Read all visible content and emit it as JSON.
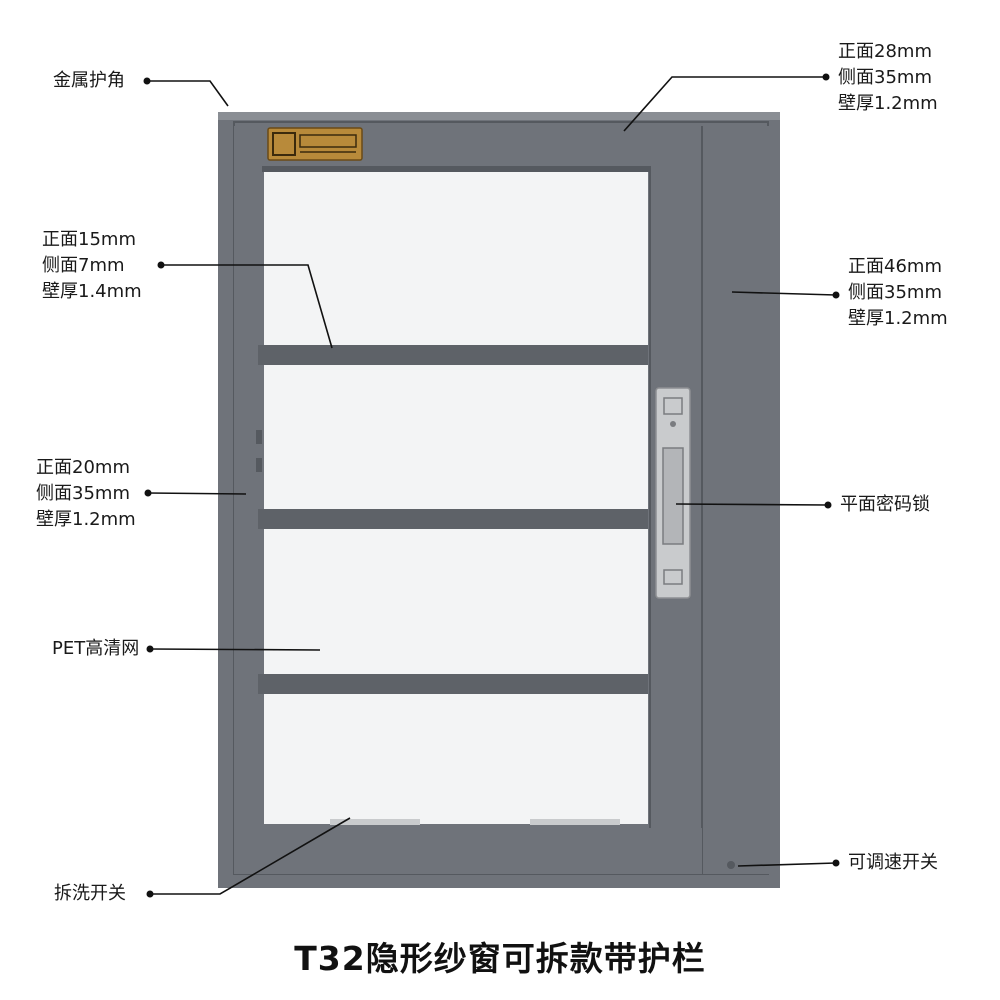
{
  "title": "T32隐形纱窗可拆款带护栏",
  "colors": {
    "frame": "#6f737a",
    "frame_dark": "#55595f",
    "frame_light": "#8a8e94",
    "mesh": "#f3f4f5",
    "bar": "#5e6268",
    "lock": "#c9cbcd",
    "plate": "#b88a3a",
    "annotation": "#111111"
  },
  "icons": {
    "brand_plate": "brand-plate-icon",
    "lock": "password-lock-icon"
  },
  "annotations": {
    "corner": {
      "lines": [
        "金属护角"
      ]
    },
    "top_frame": {
      "lines": [
        "正面28mm",
        "侧面35mm",
        "壁厚1.2mm"
      ]
    },
    "bar": {
      "lines": [
        "正面15mm",
        "侧面7mm",
        "壁厚1.4mm"
      ]
    },
    "right_frame": {
      "lines": [
        "正面46mm",
        "侧面35mm",
        "壁厚1.2mm"
      ]
    },
    "left_frame": {
      "lines": [
        "正面20mm",
        "侧面35mm",
        "壁厚1.2mm"
      ]
    },
    "lock": {
      "lines": [
        "平面密码锁"
      ]
    },
    "mesh": {
      "lines": [
        "PET高清网"
      ]
    },
    "wash_switch": {
      "lines": [
        "拆洗开关"
      ]
    },
    "speed_switch": {
      "lines": [
        "可调速开关"
      ]
    }
  }
}
